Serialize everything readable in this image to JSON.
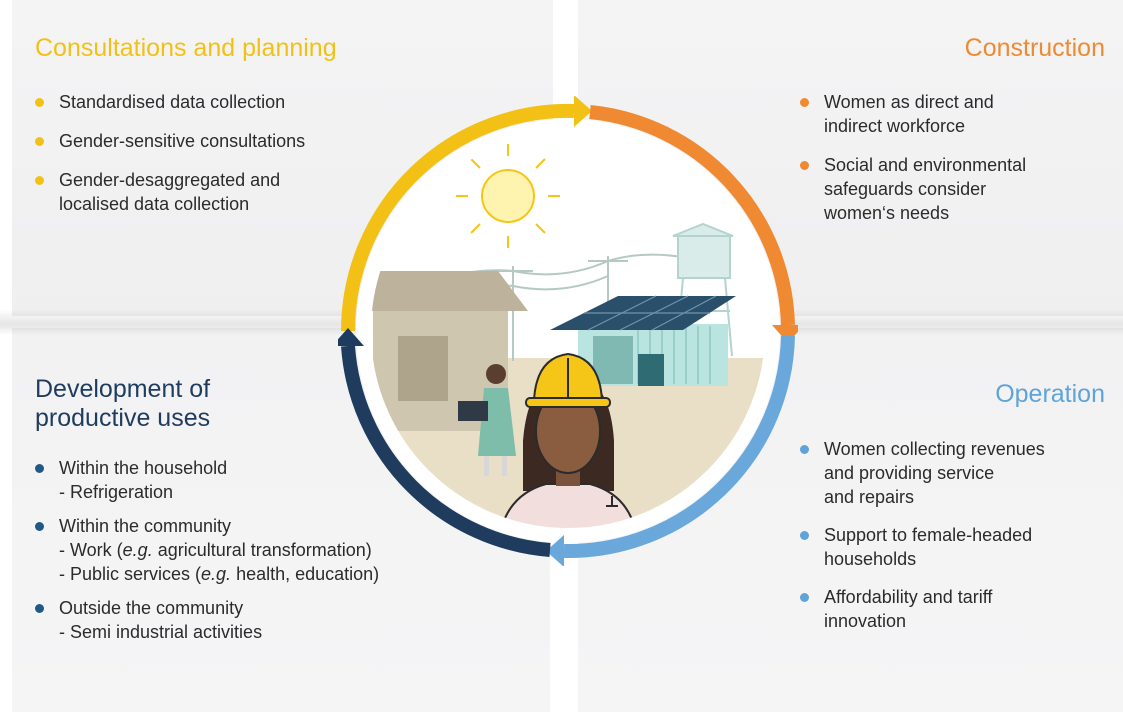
{
  "quadrants": {
    "top_left": {
      "title": "Consultations and planning",
      "items": [
        {
          "text": "Standardised data collection"
        },
        {
          "text": "Gender-sensitive consultations"
        },
        {
          "text": "Gender-desaggregated and",
          "line2": "localised data collection"
        }
      ]
    },
    "top_right": {
      "title": "Construction",
      "items": [
        {
          "text": "Women as direct and",
          "line2": "indirect workforce"
        },
        {
          "text": "Social and environmental",
          "line2": "safeguards consider",
          "line3": "women‘s needs"
        }
      ]
    },
    "bottom_left": {
      "title": "Development of productive uses",
      "items": [
        {
          "text": "Within the household",
          "sub1": "- Refrigeration"
        },
        {
          "text": "Within the community",
          "sub1_pre": "- Work (",
          "sub1_em": "e.g.",
          "sub1_post": " agricultural transformation)",
          "sub2_pre": "- Public services (",
          "sub2_em": "e.g.",
          "sub2_post": " health, education)"
        },
        {
          "text": "Outside the community",
          "sub1": "- Semi industrial activities"
        }
      ]
    },
    "bottom_right": {
      "title": "Operation",
      "items": [
        {
          "text": "Women collecting revenues",
          "line2": "and providing service",
          "line3": "and repairs"
        },
        {
          "text": "Support to female-headed",
          "line2": "households"
        },
        {
          "text": "Affordability and tariff",
          "line2": "innovation"
        }
      ]
    }
  },
  "colors": {
    "planning": "#f3c116",
    "construction": "#ef8a32",
    "operation": "#5fa3d8",
    "productive_uses": "#1f3c5e",
    "panel_bg": "#f2f2f3"
  },
  "illustration": {
    "icons": [
      "sun-icon",
      "house-icon",
      "power-line-icon",
      "solar-container-icon",
      "water-tower-icon",
      "woman-with-laptop-icon",
      "woman-with-hard-hat-icon"
    ]
  }
}
